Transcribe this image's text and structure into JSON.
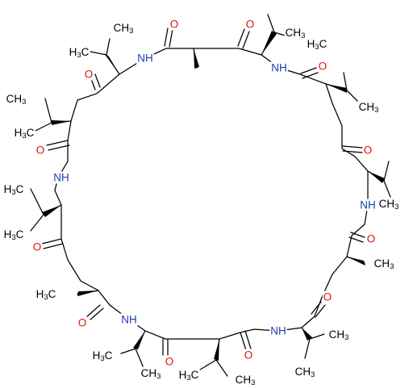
{
  "molecule": {
    "colors": {
      "bond": "#000000",
      "O": "#e01010",
      "N": "#1d3fae",
      "C": "#000000"
    },
    "atoms": [
      {
        "label": "H3C",
        "color": "C"
      },
      {
        "label": "H3C",
        "color": "C"
      },
      {
        "label": "H3C",
        "color": "C"
      },
      {
        "label": "H3C",
        "color": "C"
      },
      {
        "label": "H3C",
        "color": "C"
      },
      {
        "label": "H3C",
        "color": "C"
      },
      {
        "label": "H3C",
        "color": "C"
      },
      {
        "label": "H3C",
        "color": "C"
      },
      {
        "label": "CH3",
        "color": "C"
      },
      {
        "label": "CH3",
        "color": "C"
      },
      {
        "label": "CH3",
        "color": "C"
      },
      {
        "label": "CH3",
        "color": "C"
      },
      {
        "label": "CH3",
        "color": "C"
      },
      {
        "label": "CH3",
        "color": "C"
      },
      {
        "label": "CH3",
        "color": "C"
      },
      {
        "label": "CH3",
        "color": "C"
      },
      {
        "label": "CH3",
        "color": "C"
      },
      {
        "label": "CH3",
        "color": "C"
      },
      {
        "label": "NH",
        "color": "N"
      },
      {
        "label": "NH",
        "color": "N"
      },
      {
        "label": "NH",
        "color": "N"
      },
      {
        "label": "NH",
        "color": "N"
      },
      {
        "label": "NH",
        "color": "N"
      },
      {
        "label": "NH",
        "color": "N"
      },
      {
        "label": "O",
        "color": "O"
      },
      {
        "label": "O",
        "color": "O"
      },
      {
        "label": "O",
        "color": "O"
      },
      {
        "label": "O",
        "color": "O"
      },
      {
        "label": "O",
        "color": "O"
      },
      {
        "label": "O",
        "color": "O"
      },
      {
        "label": "O",
        "color": "O"
      },
      {
        "label": "O",
        "color": "O"
      },
      {
        "label": "O",
        "color": "O"
      },
      {
        "label": "O",
        "color": "O"
      },
      {
        "label": "O",
        "color": "O"
      },
      {
        "label": "O",
        "color": "O"
      }
    ]
  }
}
